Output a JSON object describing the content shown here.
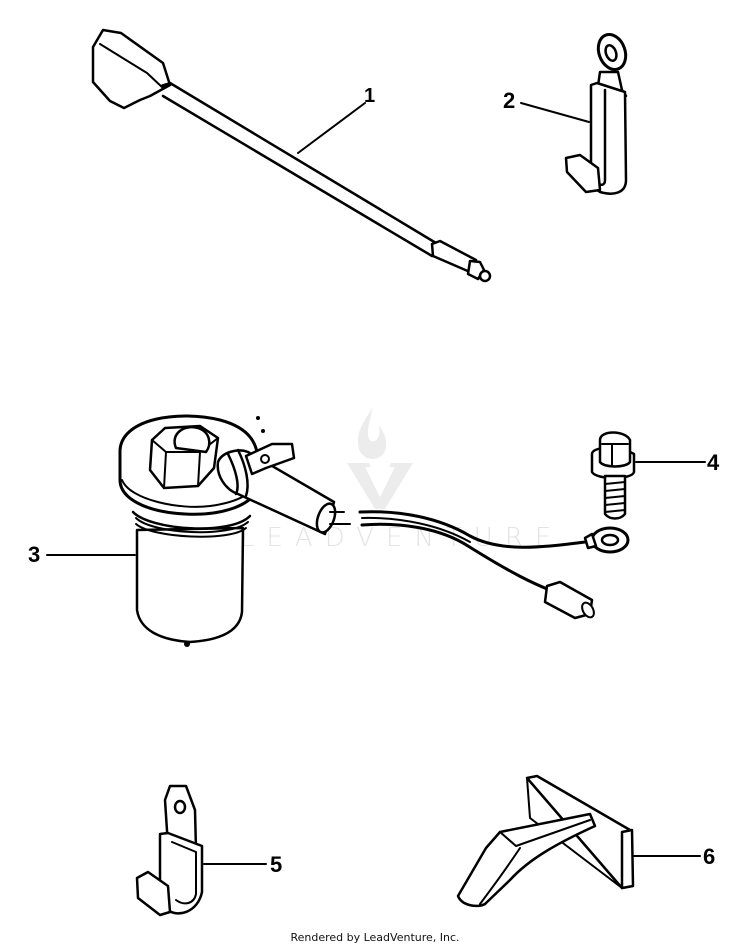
{
  "diagram": {
    "type": "exploded-parts-diagram",
    "watermark": {
      "text": "LEADVENTURE",
      "color": "#e3e3e3"
    },
    "callouts": [
      {
        "id": "1",
        "label": "1",
        "part": "probe-rod-with-connector"
      },
      {
        "id": "2",
        "label": "2",
        "part": "j-clip-with-eyelet"
      },
      {
        "id": "3",
        "label": "3",
        "part": "filter-canister-with-wire-lead"
      },
      {
        "id": "4",
        "label": "4",
        "part": "flange-bolt"
      },
      {
        "id": "5",
        "label": "5",
        "part": "j-clip"
      },
      {
        "id": "6",
        "label": "6",
        "part": "angled-bracket"
      }
    ],
    "line_color": "#000000",
    "background": "#ffffff"
  },
  "footer": {
    "text": "Rendered by LeadVenture, Inc."
  }
}
